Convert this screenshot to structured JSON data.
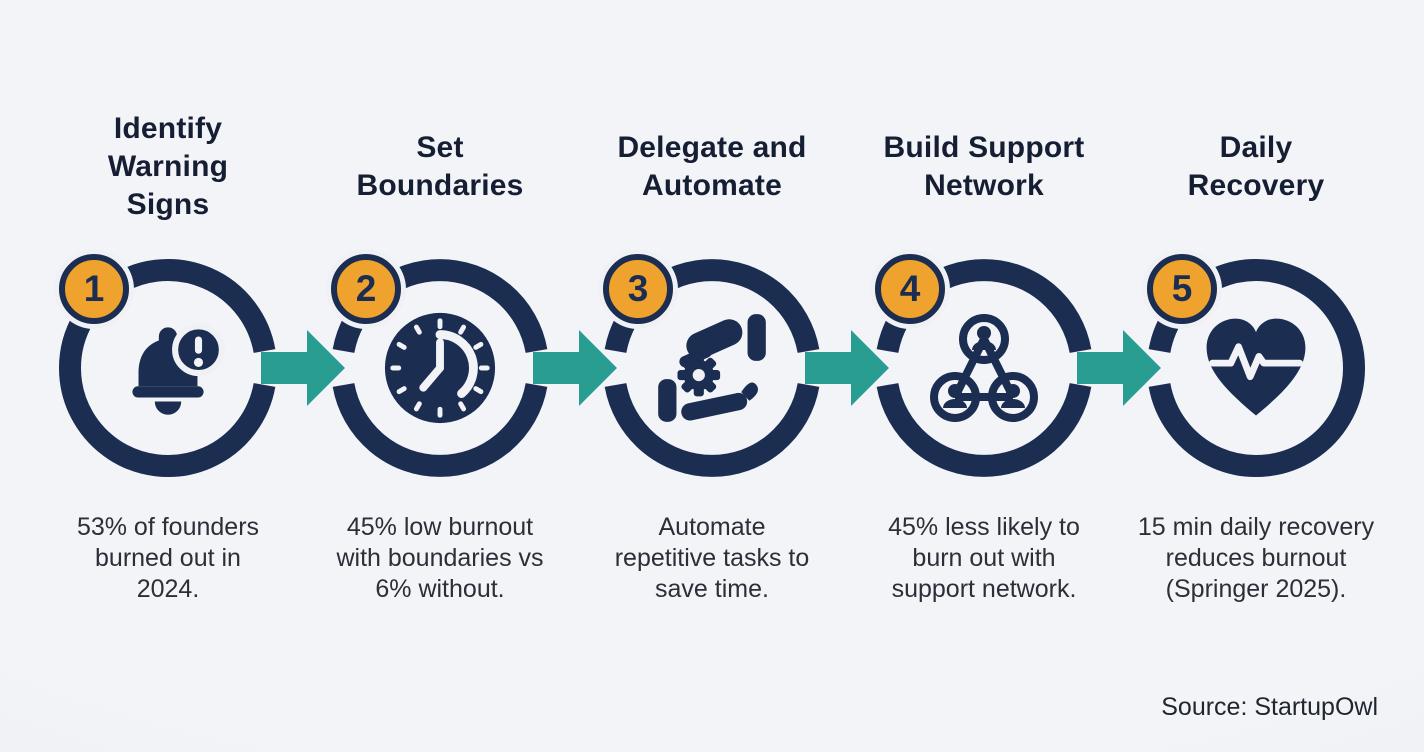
{
  "infographic": {
    "colors": {
      "navy": "#1b2d51",
      "teal": "#2a9d92",
      "orange": "#efa32e",
      "background": "#f0f1f5",
      "heading": "#151e33",
      "body_text": "#2a2f38"
    },
    "source": "Source: StartupOwl",
    "steps": [
      {
        "number": "1",
        "title": "Identify Warning Signs",
        "description": "53% of founders burned out in 2024.",
        "icon": "bell-alert-icon"
      },
      {
        "number": "2",
        "title": "Set Boundaries",
        "description": "45% low burnout with boundaries vs 6% without.",
        "icon": "clock-icon"
      },
      {
        "number": "3",
        "title": "Delegate and Automate",
        "description": "Automate repetitive tasks to save time.",
        "icon": "hands-gear-icon"
      },
      {
        "number": "4",
        "title": "Build Support Network",
        "description": "45% less likely to burn out with support network.",
        "icon": "people-network-icon"
      },
      {
        "number": "5",
        "title": "Daily Recovery",
        "description": "15 min daily recovery reduces burnout (Springer 2025).",
        "icon": "heart-pulse-icon"
      }
    ]
  }
}
